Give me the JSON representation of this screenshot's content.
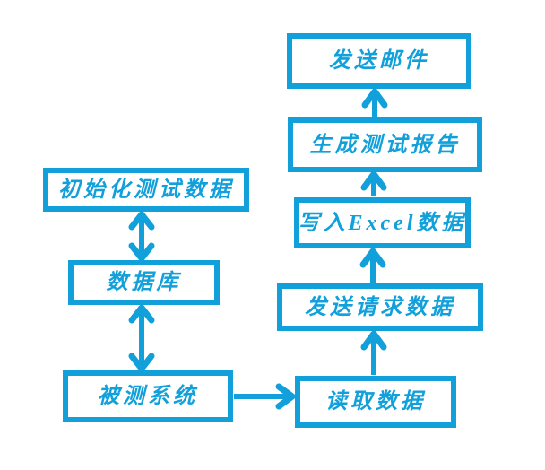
{
  "diagram": {
    "title": "test-automation-flowchart",
    "accent_color": "#12a0db",
    "background_color": "#ffffff",
    "nodes": [
      {
        "id": "send-email",
        "label": "发送邮件"
      },
      {
        "id": "generate-report",
        "label": "生成测试报告"
      },
      {
        "id": "write-excel",
        "label": "写入Excel数据"
      },
      {
        "id": "send-request",
        "label": "发送请求数据"
      },
      {
        "id": "read-data",
        "label": "读取数据"
      },
      {
        "id": "init-test-data",
        "label": "初始化测试数据"
      },
      {
        "id": "database",
        "label": "数据库"
      },
      {
        "id": "system-under-test",
        "label": "被测系统"
      }
    ],
    "edges": [
      {
        "from": "init-test-data",
        "to": "database",
        "direction": "both"
      },
      {
        "from": "database",
        "to": "system-under-test",
        "direction": "both"
      },
      {
        "from": "system-under-test",
        "to": "read-data",
        "direction": "forward"
      },
      {
        "from": "read-data",
        "to": "send-request",
        "direction": "forward"
      },
      {
        "from": "send-request",
        "to": "write-excel",
        "direction": "forward"
      },
      {
        "from": "write-excel",
        "to": "generate-report",
        "direction": "forward"
      },
      {
        "from": "generate-report",
        "to": "send-email",
        "direction": "forward"
      }
    ]
  }
}
